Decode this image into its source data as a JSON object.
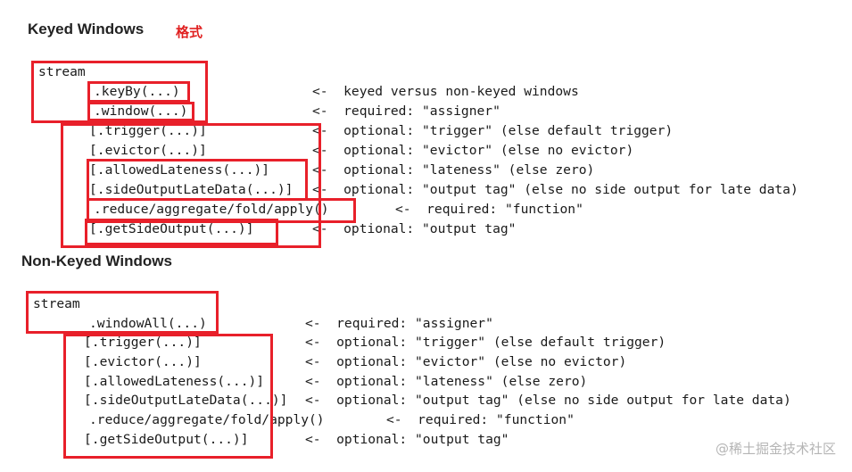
{
  "keyed": {
    "title": "Keyed Windows",
    "format_tag": "格式",
    "lines": [
      {
        "code": "stream",
        "comment": ""
      },
      {
        "code": ".keyBy(...)",
        "comment": "<-  keyed versus non-keyed windows"
      },
      {
        "code": ".window(...)",
        "comment": "<-  required: \"assigner\""
      },
      {
        "code": "[.trigger(...)]",
        "comment": "<-  optional: \"trigger\" (else default trigger)"
      },
      {
        "code": "[.evictor(...)]",
        "comment": "<-  optional: \"evictor\" (else no evictor)"
      },
      {
        "code": "[.allowedLateness(...)]",
        "comment": "<-  optional: \"lateness\" (else zero)"
      },
      {
        "code": "[.sideOutputLateData(...)]",
        "comment": "<-  optional: \"output tag\" (else no side output for late data)"
      },
      {
        "code": ".reduce/aggregate/fold/apply()",
        "comment": "<-  required: \"function\""
      },
      {
        "code": "[.getSideOutput(...)]",
        "comment": "<-  optional: \"output tag\""
      }
    ]
  },
  "non_keyed": {
    "title": "Non-Keyed Windows",
    "lines": [
      {
        "code": "stream",
        "comment": ""
      },
      {
        "code": ".windowAll(...)",
        "comment": "<-  required: \"assigner\""
      },
      {
        "code": "[.trigger(...)]",
        "comment": "<-  optional: \"trigger\" (else default trigger)"
      },
      {
        "code": "[.evictor(...)]",
        "comment": "<-  optional: \"evictor\" (else no evictor)"
      },
      {
        "code": "[.allowedLateness(...)]",
        "comment": "<-  optional: \"lateness\" (else zero)"
      },
      {
        "code": "[.sideOutputLateData(...)]",
        "comment": "<-  optional: \"output tag\" (else no side output for late data)"
      },
      {
        "code": ".reduce/aggregate/fold/apply()",
        "comment": "<-  required: \"function\""
      },
      {
        "code": "[.getSideOutput(...)]",
        "comment": "<-  optional: \"output tag\""
      }
    ]
  },
  "watermark": "@稀土掘金技术社区",
  "colors": {
    "highlight_box": "#e8202a",
    "format_tag": "#e02020"
  }
}
